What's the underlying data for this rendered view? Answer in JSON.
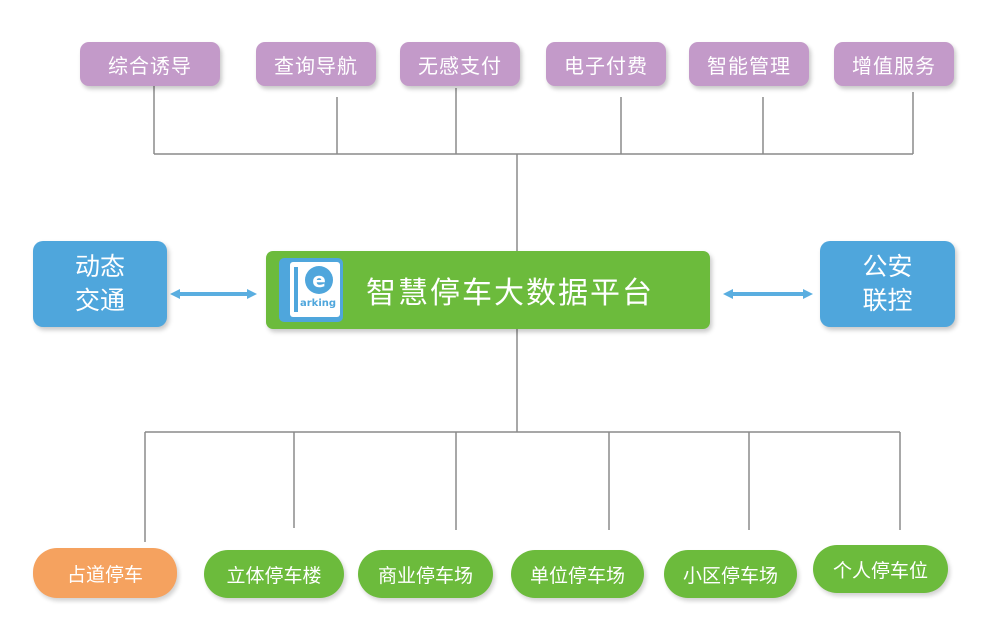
{
  "services": [
    "综合诱导",
    "查询导航",
    "无感支付",
    "电子付费",
    "智能管理",
    "增值服务"
  ],
  "left_system": {
    "line1": "动态",
    "line2": "交通"
  },
  "right_system": {
    "line1": "公安",
    "line2": "联控"
  },
  "platform": {
    "title": "智慧停车大数据平台",
    "logo_text": "arking"
  },
  "parking_types": [
    "占道停车",
    "立体停车楼",
    "商业停车场",
    "单位停车场",
    "小区停车场",
    "个人停车位"
  ],
  "colors": {
    "service_box": "#c39ac9",
    "side_box": "#4fa6dc",
    "platform": "#6cbb3c",
    "node_green": "#6cbb3c",
    "node_highlight": "#f5a25f",
    "connector": "#8a8a8a",
    "arrow": "#5aaee0"
  }
}
